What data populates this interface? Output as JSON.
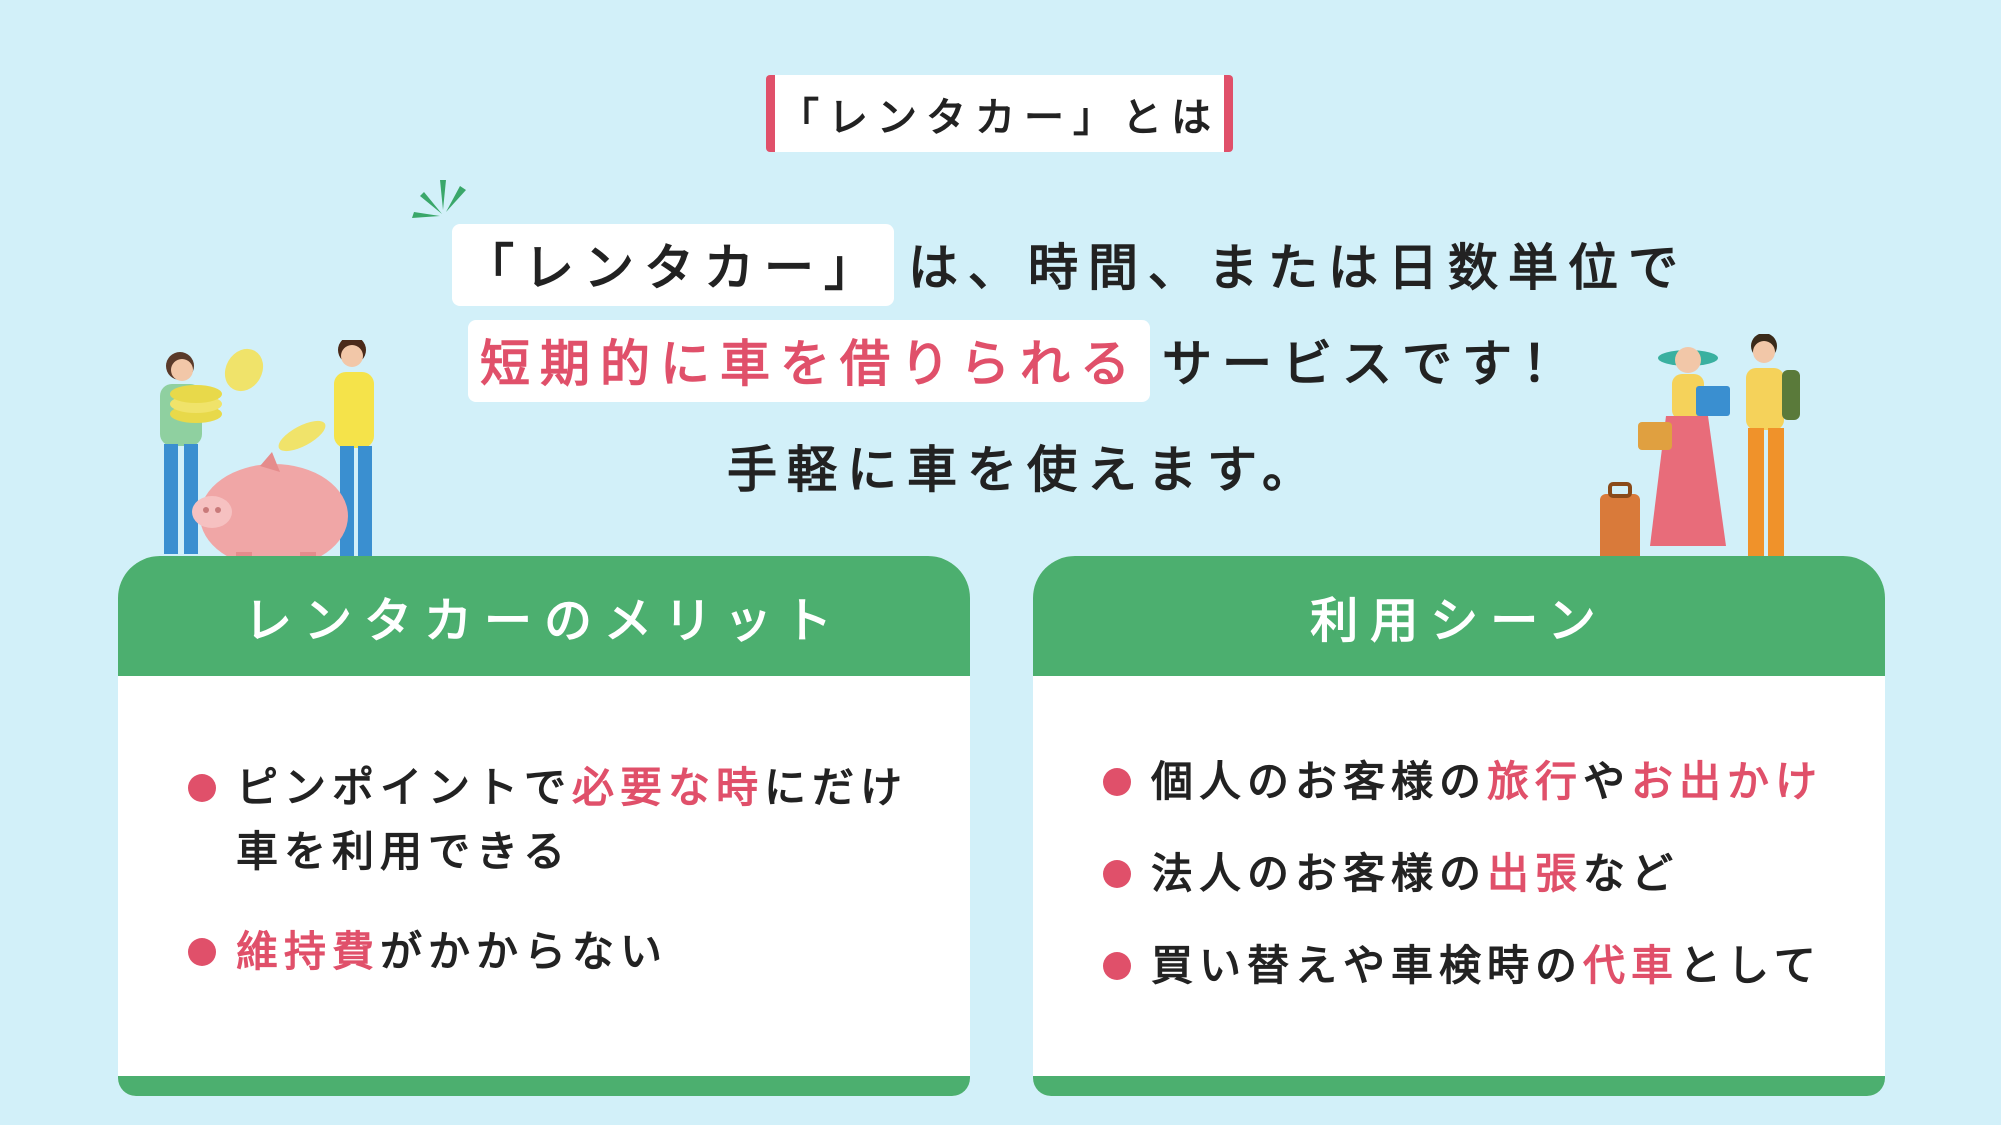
{
  "title_badge": "「レンタカー」とは",
  "lead": {
    "line1_highlight": "「レンタカー」",
    "line1_rest": "は、時間、または日数単位で",
    "line2_highlight": "短期的に車を借りられる",
    "line2_rest": "サービスです！",
    "line3": "手軽に車を使えます。"
  },
  "merit_card": {
    "heading": "レンタカーのメリット",
    "items": [
      {
        "a": "ピンポイントで",
        "b": "必要な時",
        "c": "にだけ",
        "d": "車を利用できる"
      },
      {
        "a": "維持費",
        "b": "がかからない"
      }
    ]
  },
  "scene_card": {
    "heading": "利用シーン",
    "items": [
      {
        "a": "個人のお客様の",
        "b": "旅行",
        "c": "や",
        "d": "お出かけ"
      },
      {
        "a": "法人のお客様の",
        "b": "出張",
        "c": "など"
      },
      {
        "a": "買い替えや車検時の",
        "b": "代車",
        "c": "として"
      }
    ]
  },
  "colors": {
    "accent_pink": "#e0506a",
    "green": "#4caf6f",
    "background": "#d2f0f9"
  }
}
